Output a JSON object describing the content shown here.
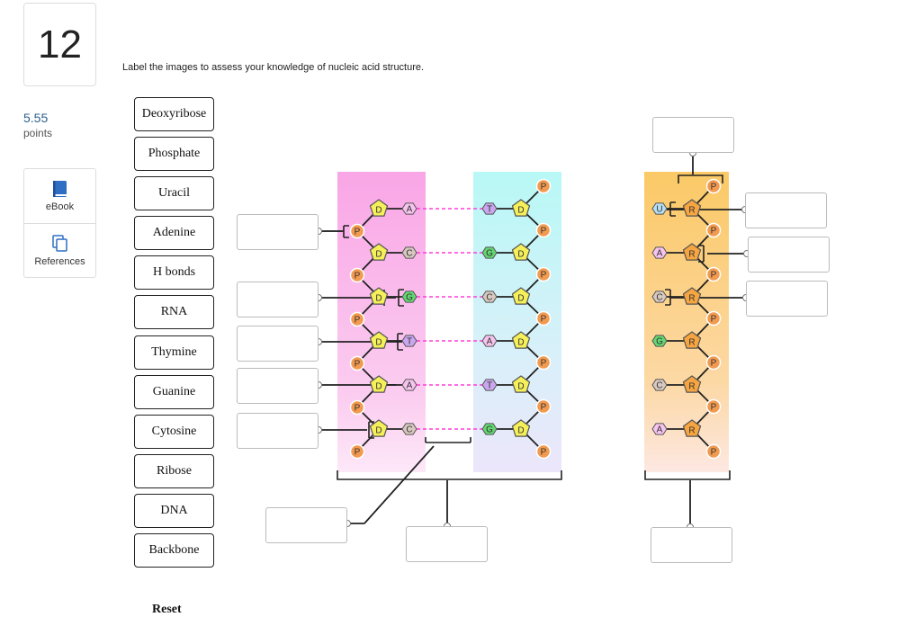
{
  "question": {
    "number": "12",
    "points_value": "5.55",
    "points_label": "points"
  },
  "tools": {
    "ebook_label": "eBook",
    "references_label": "References"
  },
  "instructions": "Label the images to assess your knowledge of nucleic acid structure.",
  "labels": [
    "Deoxyribose",
    "Phosphate",
    "Uracil",
    "Adenine",
    "H bonds",
    "RNA",
    "Thymine",
    "Guanine",
    "Cytosine",
    "Ribose",
    "DNA",
    "Backbone"
  ],
  "reset_label": "Reset",
  "diagram": {
    "dna_left_bases": [
      "A",
      "C",
      "G",
      "T",
      "A",
      "C"
    ],
    "dna_right_bases": [
      "T",
      "G",
      "C",
      "A",
      "T",
      "G"
    ],
    "dna_sugar_label": "D",
    "rna_sugar_label": "R",
    "phosphate_label": "P",
    "rna_bases": [
      "U",
      "A",
      "C",
      "G",
      "C",
      "A"
    ],
    "colors": {
      "dna_left_band": "#f9a6e6",
      "dna_right_band": "#b8f8f6",
      "rna_band": "#fbc966",
      "sugar": "#f5f05a",
      "phosphate": "#f29a4f",
      "adenine": "#f6c4ee",
      "thymine": "#c9a6ee",
      "guanine": "#63d671",
      "cytosine": "#d8c9c0",
      "uracil": "#b7dff3",
      "hbond": "#ff3dd8",
      "rna_sugar": "#f6a540"
    }
  }
}
